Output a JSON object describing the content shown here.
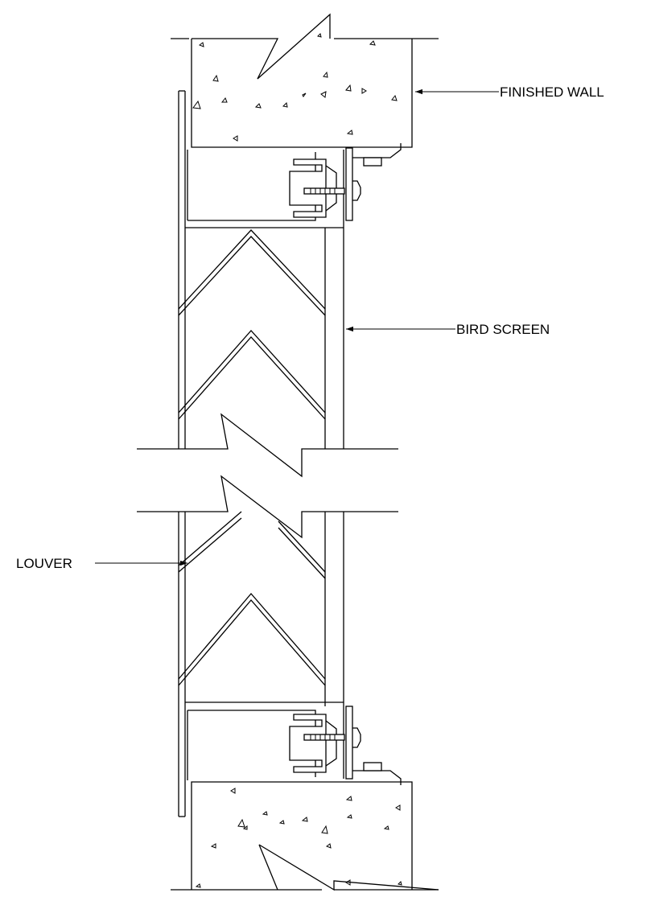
{
  "labels": {
    "finished_wall": "FINISHED WALL",
    "bird_screen": "BIRD SCREEN",
    "louver": "LOUVER"
  },
  "colors": {
    "line": "#000000",
    "background": "#ffffff"
  }
}
